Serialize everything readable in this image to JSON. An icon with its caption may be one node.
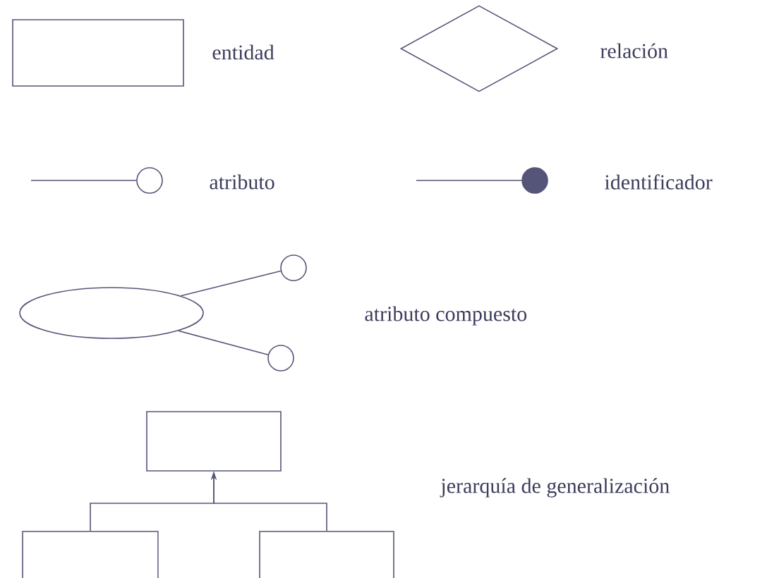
{
  "diagram": {
    "nodes": [
      {
        "text": [],
        "shape": "box",
        "beside": [
          "entidad"
        ]
      },
      {
        "text": [],
        "shape": "diamond",
        "beside": [
          "relación"
        ]
      },
      {
        "text": [],
        "shape": "circle",
        "beside": [
          "atributo"
        ]
      },
      {
        "text": [],
        "shape": "dot",
        "beside": [
          "identificador"
        ]
      },
      {
        "text": [],
        "shape": "ellipse"
      },
      {
        "text": [],
        "shape": "circle"
      },
      {
        "text": [],
        "shape": "circle"
      },
      {
        "text": [],
        "shape": "box"
      },
      {
        "text": [],
        "shape": "box"
      },
      {
        "text": [],
        "shape": "box"
      }
    ],
    "edges": [
      {
        "from": null,
        "to": 2,
        "arrow": "none"
      },
      {
        "from": null,
        "to": 3,
        "arrow": "none"
      },
      {
        "from": 4,
        "to": 5,
        "arrow": "none"
      },
      {
        "from": 4,
        "to": 6,
        "arrow": "none"
      },
      {
        "from": 8,
        "to": 7,
        "arrow": "to"
      },
      {
        "from": 9,
        "to": 7,
        "arrow": "to"
      }
    ],
    "labels": [
      "atributo compuesto",
      "jerarquía de generalización"
    ]
  }
}
